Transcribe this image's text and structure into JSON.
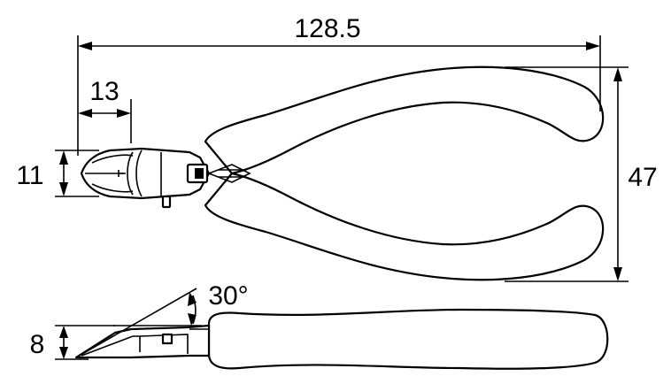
{
  "dimensions": {
    "overall_length": "128.5",
    "jaw_length": "13",
    "jaw_height": "11",
    "handle_spread": "47",
    "head_angle": "30°",
    "side_thickness": "8"
  }
}
